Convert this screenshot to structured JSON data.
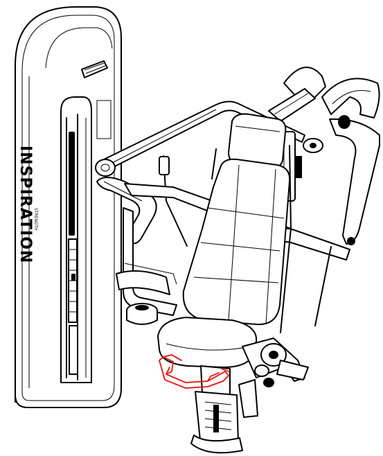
{
  "machine": {
    "brand": "INSPIRATION",
    "brand_sub": "STRENGTH"
  },
  "colors": {
    "line": "#000000",
    "background": "#ffffff",
    "highlight": "#e52222"
  },
  "icons": [
    "weight-stack-tower",
    "seat-backrest",
    "press-arms",
    "foot-assist-bar"
  ]
}
